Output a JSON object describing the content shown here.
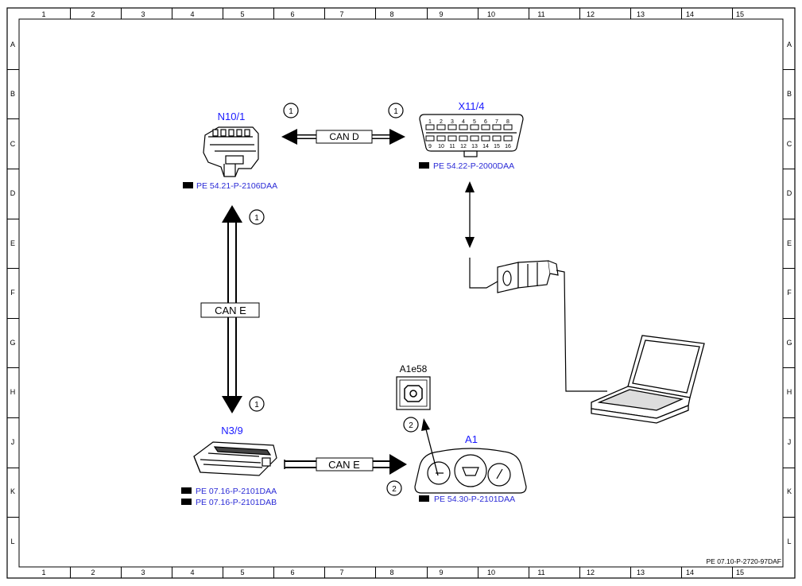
{
  "grid": {
    "columns": [
      "1",
      "2",
      "3",
      "4",
      "5",
      "6",
      "7",
      "8",
      "9",
      "10",
      "11",
      "12",
      "13",
      "14",
      "15"
    ],
    "rows": [
      "A",
      "B",
      "C",
      "D",
      "E",
      "F",
      "G",
      "H",
      "J",
      "K",
      "L"
    ]
  },
  "components": {
    "n10_1": {
      "id": "N10/1",
      "ref": "PE 54.21-P-2106DAA"
    },
    "x11_4": {
      "id": "X11/4",
      "ref": "PE 54.22-P-2000DAA",
      "pins_top": [
        "1",
        "2",
        "3",
        "4",
        "5",
        "6",
        "7",
        "8"
      ],
      "pins_bottom": [
        "9",
        "10",
        "11",
        "12",
        "13",
        "14",
        "15",
        "16"
      ]
    },
    "n3_9": {
      "id": "N3/9",
      "refs": [
        "PE 07.16-P-2101DAA",
        "PE 07.16-P-2101DAB"
      ]
    },
    "a1": {
      "id": "A1",
      "ref": "PE 54.30-P-2101DAA"
    },
    "a1e58": {
      "id": "A1e58"
    }
  },
  "connections": {
    "can_d": {
      "label": "CAN D",
      "marker": "1"
    },
    "can_e_vertical": {
      "label": "CAN E",
      "marker": "1"
    },
    "can_e_horizontal": {
      "label": "CAN E",
      "marker": "2"
    },
    "warning_lamp": {
      "marker": "2"
    }
  },
  "footer": {
    "doc_id": "PE 07.10-P-2720-97DAF"
  }
}
